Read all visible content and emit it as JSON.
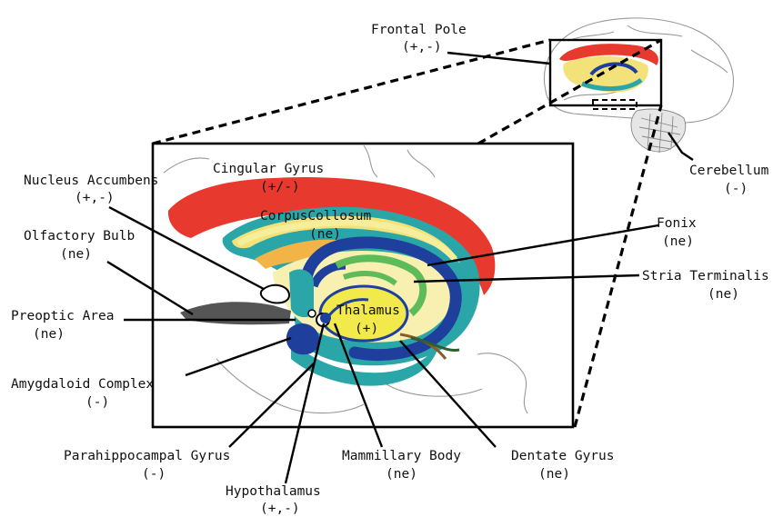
{
  "labels": {
    "frontal_pole": {
      "name": "Frontal Pole",
      "effect": "(+,-)"
    },
    "cerebellum": {
      "name": "Cerebellum",
      "effect": "(-)"
    },
    "cingular_gyrus": {
      "name": "Cingular Gyrus",
      "effect": "(+/-)"
    },
    "nucleus_accumbens": {
      "name": "Nucleus Accumbens",
      "effect": "(+,-)"
    },
    "corpus_collosum": {
      "name": "CorpusCollosum",
      "effect": "(ne)"
    },
    "fonix": {
      "name": "Fonix",
      "effect": "(ne)"
    },
    "olfactory_bulb": {
      "name": "Olfactory Bulb",
      "effect": "(ne)"
    },
    "stria_terminalis": {
      "name": "Stria Terminalis",
      "effect": "(ne)"
    },
    "preoptic_area": {
      "name": "Preoptic Area",
      "effect": "(ne)"
    },
    "thalamus": {
      "name": "Thalamus",
      "effect": "(+)"
    },
    "amygdaloid_complex": {
      "name": "Amygdaloid Complex",
      "effect": "(-)"
    },
    "parahippocampal_gyrus": {
      "name": "Parahippocampal Gyrus",
      "effect": "(-)"
    },
    "mammillary_body": {
      "name": "Mammillary Body",
      "effect": "(ne)"
    },
    "dentate_gyrus": {
      "name": "Dentate Gyrus",
      "effect": "(ne)"
    },
    "hypothalamus": {
      "name": "Hypothalamus",
      "effect": "(+,-)"
    }
  },
  "colors": {
    "cingular_gyrus": "#e8392f",
    "corpus_collosum": "#f3e27a",
    "outer_band": "#2aa6a8",
    "fornix": "#1f3f9c",
    "thalamus": "#f2ea4a",
    "green_structure": "#5dbb5a",
    "olfactory_bulb": "#555555",
    "orange_fill": "#f2b347"
  }
}
